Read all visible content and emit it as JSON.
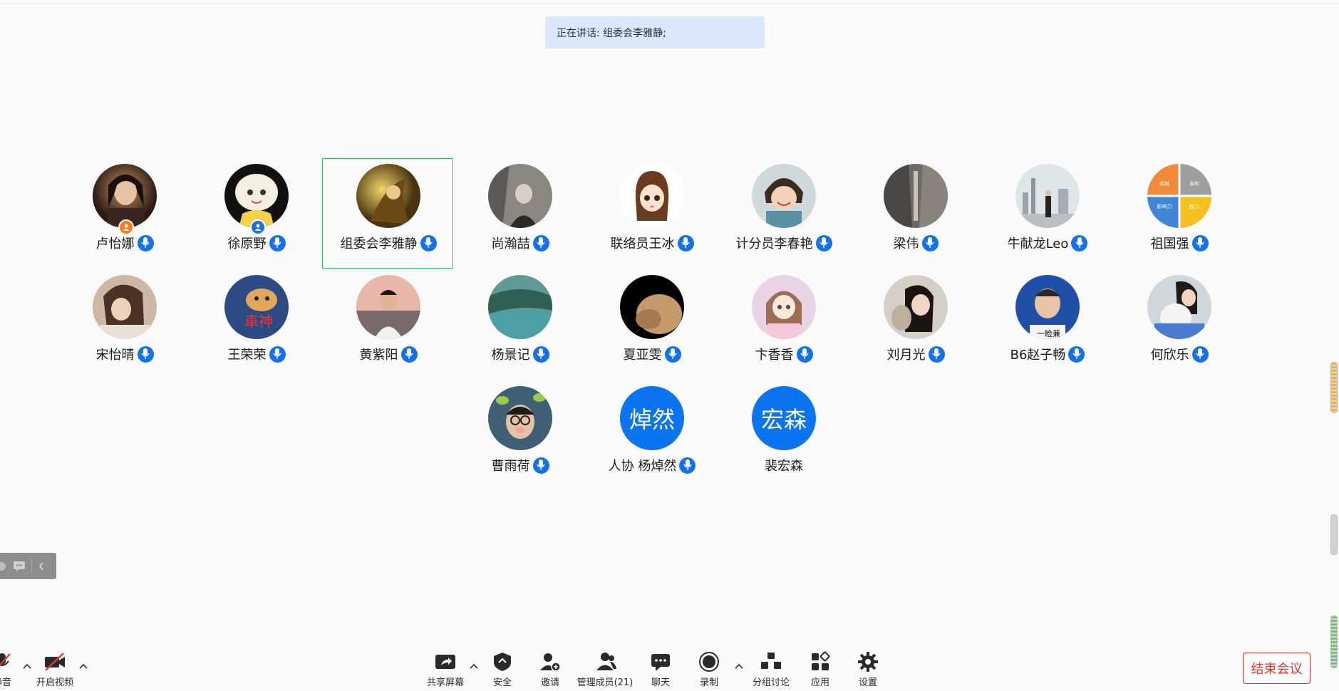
{
  "speaking_banner": "正在讲话: 组委会李雅静;",
  "participants": [
    {
      "name": "卢怡娜",
      "badge": "host",
      "mic": true
    },
    {
      "name": "徐原野",
      "badge": "cohost",
      "mic": true
    },
    {
      "name": "组委会李雅静",
      "active": true,
      "mic": true
    },
    {
      "name": "尚瀚喆",
      "mic": true
    },
    {
      "name": "联络员王冰",
      "mic": true
    },
    {
      "name": "计分员李春艳",
      "mic": true
    },
    {
      "name": "梁伟",
      "mic": true
    },
    {
      "name": "牛献龙Leo",
      "mic": true
    },
    {
      "name": "祖国强",
      "mic": true,
      "avatar_text": [
        "成就",
        "亲和",
        "影响力",
        "权力"
      ]
    },
    {
      "name": "宋怡晴",
      "mic": true
    },
    {
      "name": "王荣荣",
      "mic": true,
      "avatar_text": [
        "車神"
      ]
    },
    {
      "name": "黄紫阳",
      "mic": true
    },
    {
      "name": "杨景记",
      "mic": true
    },
    {
      "name": "夏亚雯",
      "mic": true
    },
    {
      "name": "卞香香",
      "mic": true
    },
    {
      "name": "刘月光",
      "mic": true
    },
    {
      "name": "B6赵子畅",
      "mic": true,
      "avatar_text": [
        "一睑兼"
      ]
    },
    {
      "name": "何欣乐",
      "mic": true
    },
    {
      "name": "曹雨荷",
      "mic": true
    },
    {
      "name": "人协 杨焯然",
      "mic": true,
      "avatar_text": [
        "焯然"
      ]
    },
    {
      "name": "裴宏森",
      "mic": false,
      "avatar_text": [
        "宏森"
      ]
    }
  ],
  "toolbar": {
    "mute_label": "静音",
    "video_label": "开启视频",
    "share_label": "共享屏幕",
    "security_label": "安全",
    "invite_label": "邀请",
    "members_label": "管理成员(21)",
    "chat_label": "聊天",
    "record_label": "录制",
    "breakout_label": "分组讨论",
    "apps_label": "应用",
    "settings_label": "设置",
    "end_label": "结束会议"
  },
  "colors": {
    "accent": "#1471ee",
    "active_border": "#2bc05a",
    "end_red": "#e2342a",
    "banner_bg": "#d9e8fb"
  }
}
